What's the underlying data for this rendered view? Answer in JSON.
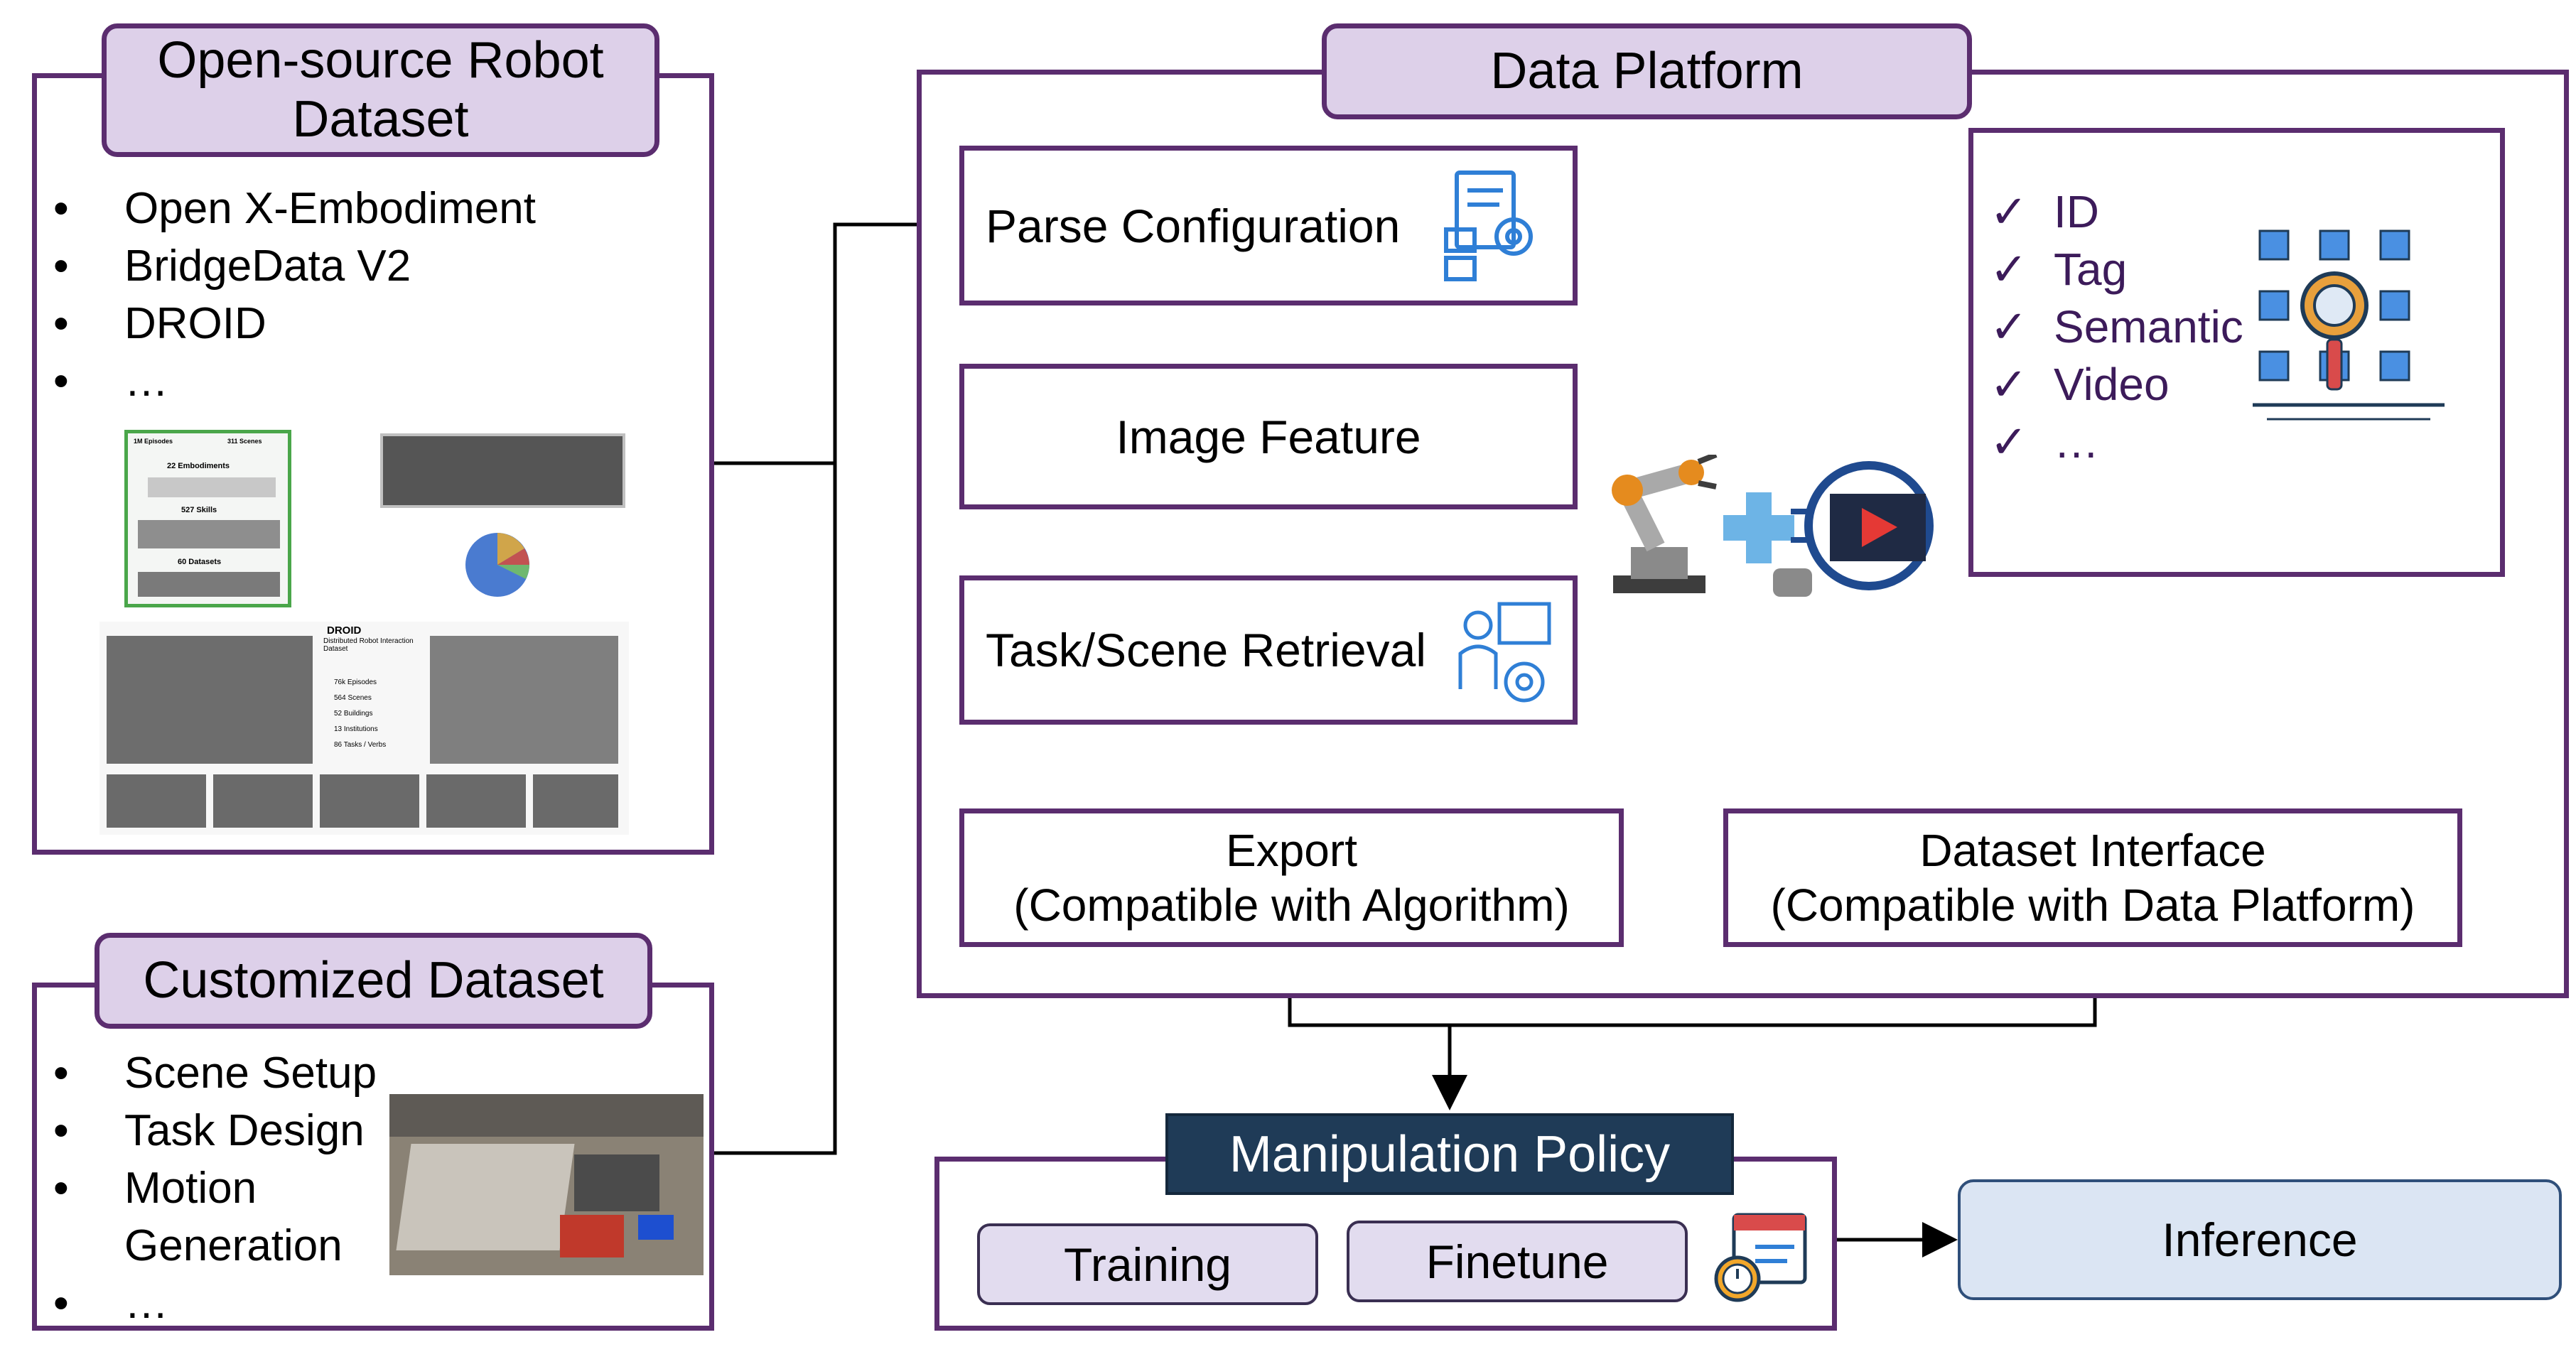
{
  "open_source": {
    "title": "Open-source Robot Dataset",
    "items": [
      "Open X-Embodiment",
      "BridgeData V2",
      "DROID",
      "…"
    ]
  },
  "customized": {
    "title": "Customized Dataset",
    "items": [
      "Scene Setup",
      "Task Design",
      "Motion Generation",
      "…"
    ]
  },
  "platform": {
    "title": "Data Platform",
    "parse": "Parse Configuration",
    "image_feature": "Image Feature",
    "retrieval": "Task/Scene Retrieval",
    "export_line1": "Export",
    "export_line2": "(Compatible with Algorithm)",
    "iface_line1": "Dataset Interface",
    "iface_line2": "(Compatible with Data Platform)",
    "checklist": [
      "ID",
      "Tag",
      "Semantic",
      "Video",
      "…"
    ]
  },
  "policy": {
    "title": "Manipulation Policy",
    "training": "Training",
    "finetune": "Finetune",
    "inference": "Inference"
  },
  "thumbs": {
    "oxe_line1": "1M Episodes",
    "oxe_line2": "311 Scenes",
    "oxe_embodiments": "22 Embodiments",
    "oxe_skills": "527 Skills",
    "oxe_datasets": "60 Datasets",
    "droid_title": "DROID",
    "droid_sub": "Distributed Robot Interaction Dataset",
    "droid_stats": [
      "76k Episodes",
      "564 Scenes",
      "52 Buildings",
      "13 Institutions",
      "86 Tasks / Verbs"
    ]
  },
  "colors": {
    "frame": "#5b2d6f",
    "tag_fill": "#ddd0e9",
    "policy_title_fill": "#1f3b57",
    "pill_fill": "#e2dcef",
    "inference_fill": "#dbe5f3",
    "check_text": "#3c1b5a",
    "icon_blue": "#2f7fd6"
  },
  "icons": [
    "config-gear-icon",
    "robot-arm-icon",
    "plus-icon",
    "video-play-icon",
    "engineer-gear-icon",
    "magnifier-grid-icon",
    "stopwatch-calendar-icon"
  ]
}
